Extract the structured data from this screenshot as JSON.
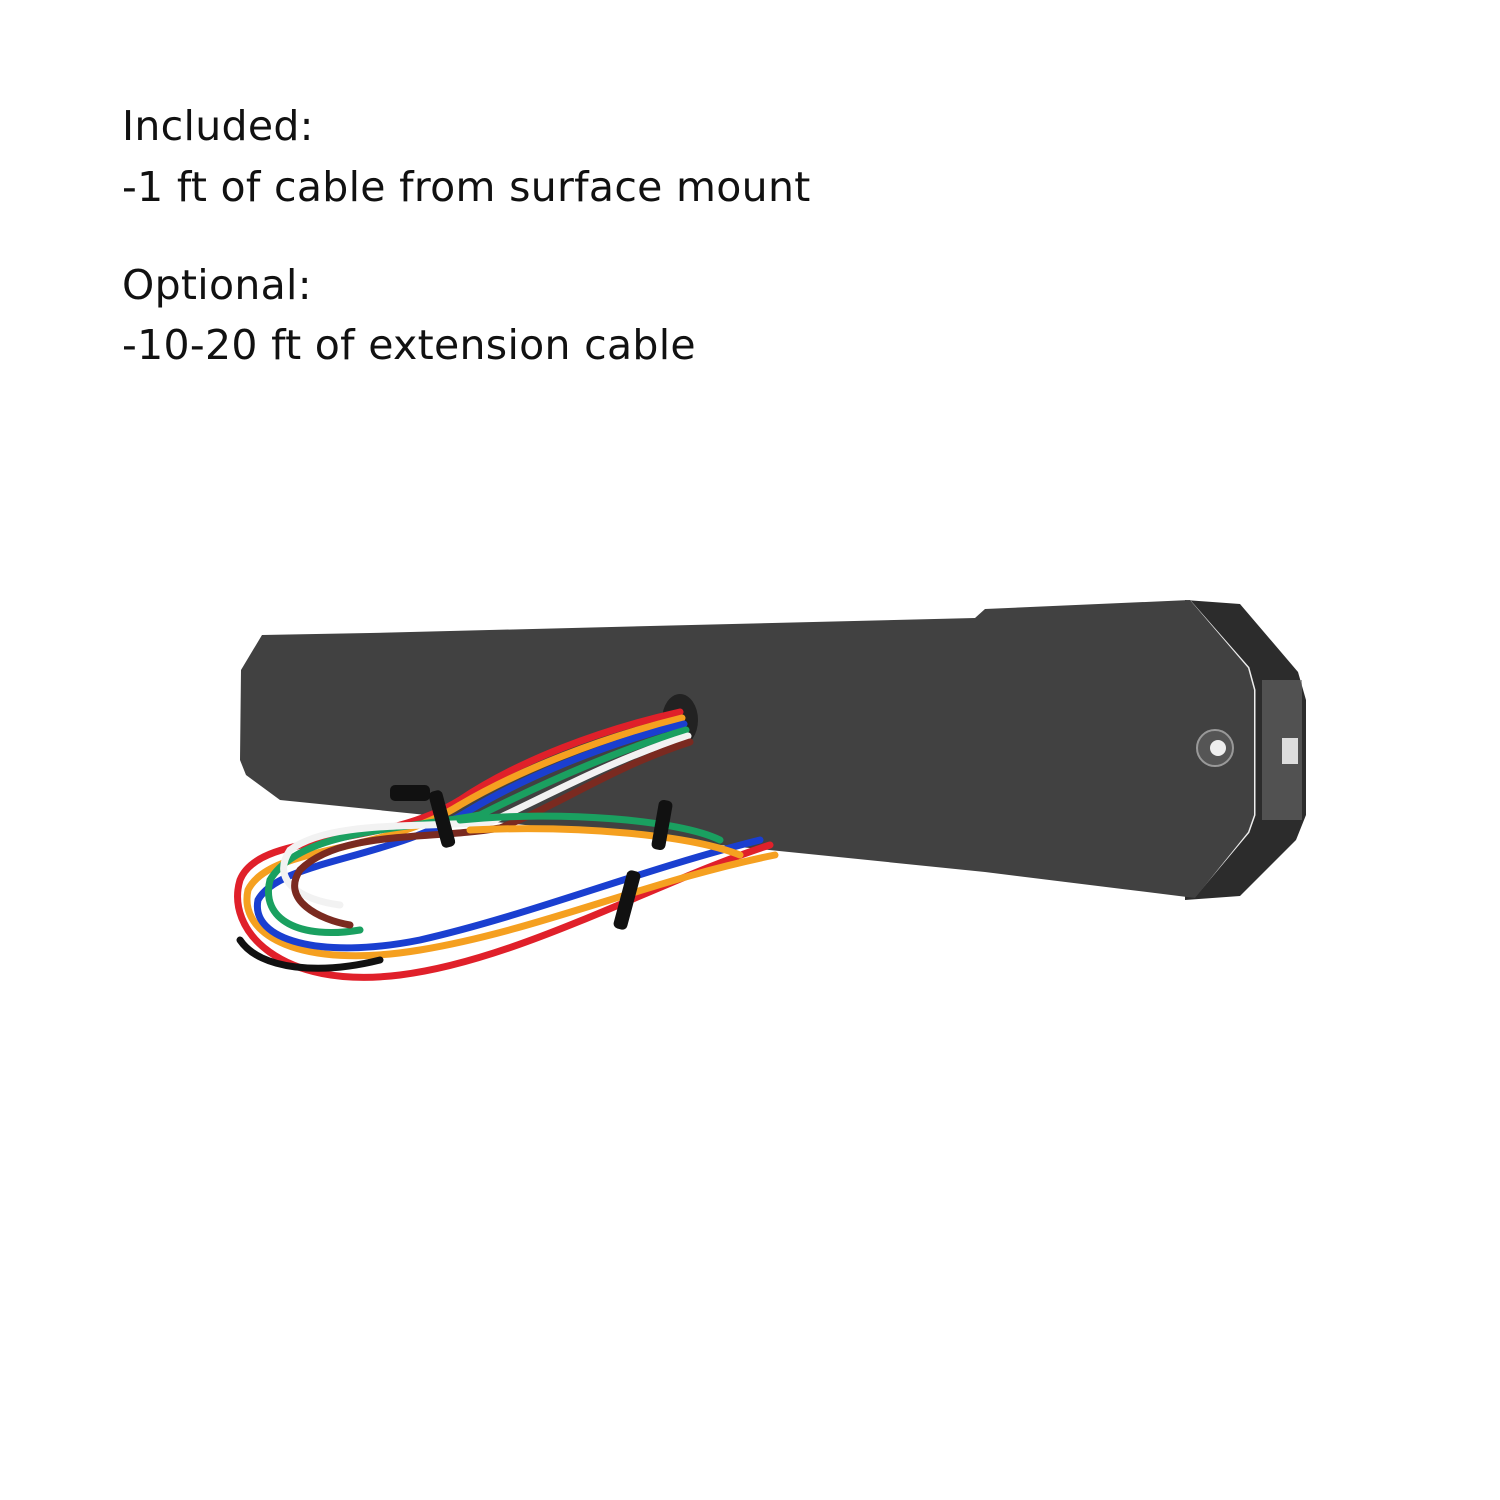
{
  "included": {
    "heading": "Included:",
    "item": "-1 ft of cable from surface mount"
  },
  "optional": {
    "heading": "Optional:",
    "item": "-10-20 ft of extension cable"
  },
  "colors": {
    "mount_body": "#414141",
    "wires": [
      "#e0202a",
      "#1a3fd0",
      "#f5a020",
      "#1aa060",
      "#f2f2f2",
      "#7a2a20",
      "#111111"
    ]
  }
}
